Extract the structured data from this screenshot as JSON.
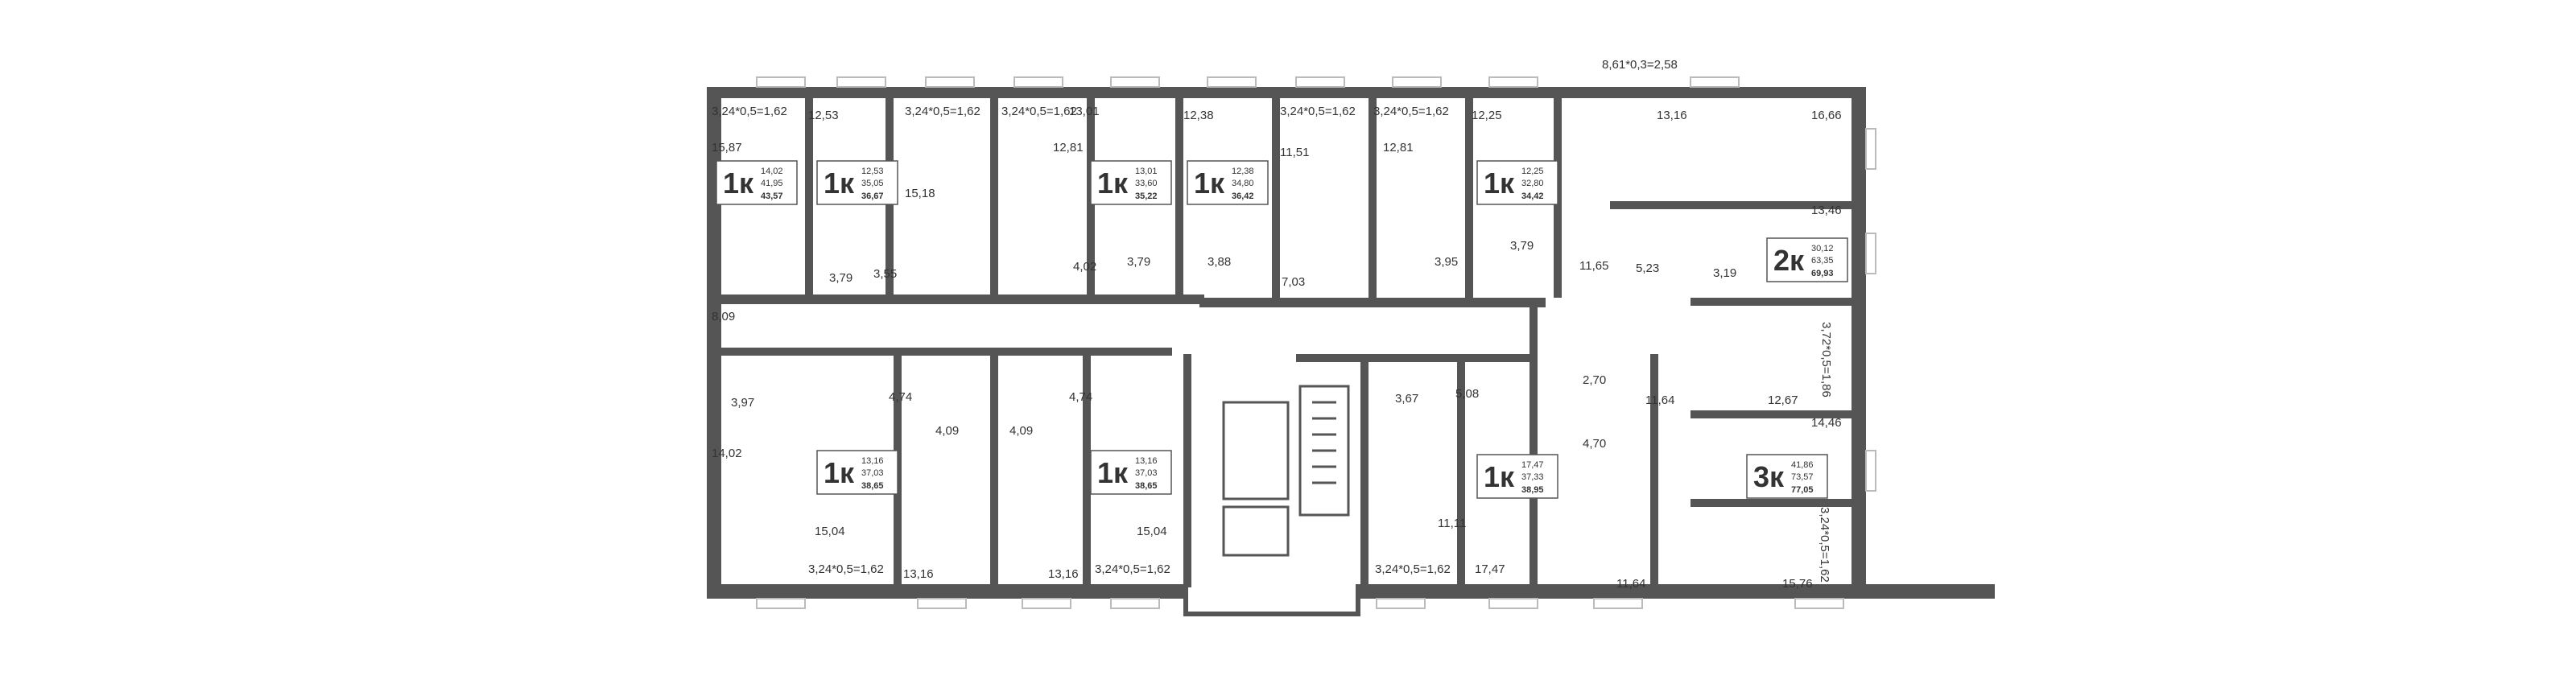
{
  "apartments": [
    {
      "type": "1к",
      "living": "14,02",
      "area": "41,95",
      "total": "43,57"
    },
    {
      "type": "1к",
      "living": "12,53",
      "area": "35,05",
      "total": "36,67"
    },
    {
      "type": "1к",
      "living": "13,01",
      "area": "33,60",
      "total": "35,22"
    },
    {
      "type": "1к",
      "living": "12,38",
      "area": "34,80",
      "total": "36,42"
    },
    {
      "type": "1к",
      "living": "12,25",
      "area": "32,80",
      "total": "34,42"
    },
    {
      "type": "2к",
      "living": "30,12",
      "area": "63,35",
      "total": "69,93"
    },
    {
      "type": "1к",
      "living": "13,16",
      "area": "37,03",
      "total": "38,65"
    },
    {
      "type": "1к",
      "living": "13,16",
      "area": "37,03",
      "total": "38,65"
    },
    {
      "type": "1к",
      "living": "17,47",
      "area": "37,33",
      "total": "38,95"
    },
    {
      "type": "3к",
      "living": "41,86",
      "area": "73,57",
      "total": "77,05"
    }
  ],
  "room_labels": [
    "3,24*0,5=1,62",
    "15,87",
    "12,53",
    "3,24*0,5=1,62",
    "15,18",
    "3,24*0,5=1,62",
    "13,01",
    "12,81",
    "12,38",
    "3,24*0,5=1,62",
    "11,51",
    "3,24*0,5=1,62",
    "12,81",
    "12,25",
    "8,61*0,3=2,58",
    "13,16",
    "16,66",
    "13,46",
    "3,79",
    "3,55",
    "4,02",
    "3,79",
    "3,88",
    "7,03",
    "3,95",
    "3,79",
    "11,65",
    "5,23",
    "3,19",
    "8,09",
    "3,72*0,5=1,86",
    "4,74",
    "4,74",
    "3,97",
    "4,09",
    "4,09",
    "3,67",
    "5,08",
    "2,70",
    "11,64",
    "12,67",
    "14,46",
    "14,02",
    "4,70",
    "15,04",
    "15,04",
    "11,11",
    "3,24*0,5=1,62",
    "13,16",
    "13,16",
    "3,24*0,5=1,62",
    "3,24*0,5=1,62",
    "17,47",
    "11,64",
    "15,76",
    "3,24*0,5=1,62"
  ]
}
